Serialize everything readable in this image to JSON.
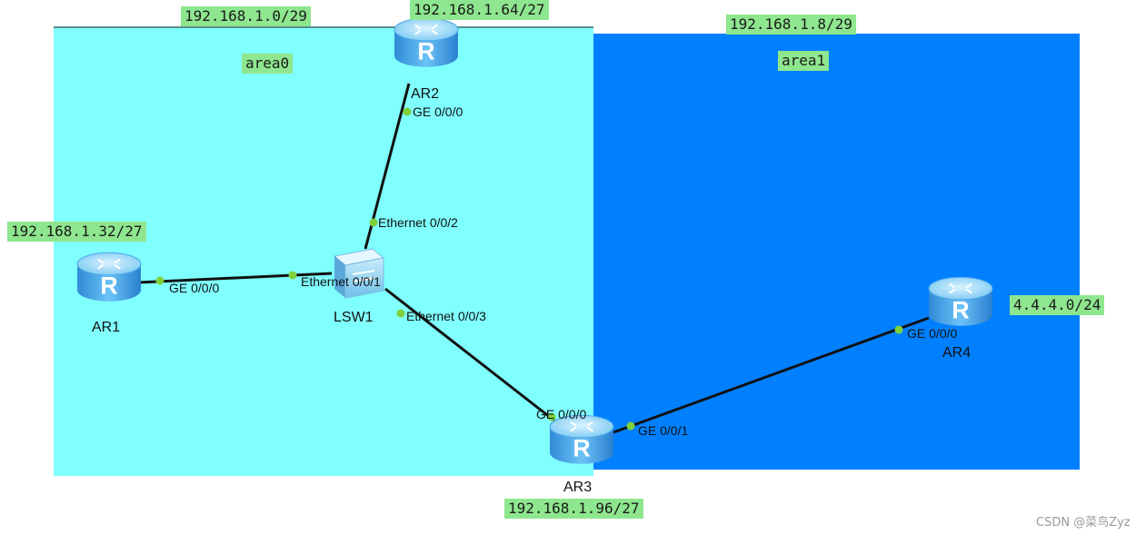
{
  "areas": {
    "area0": {
      "label": "area0",
      "network": "192.168.1.0/29",
      "color": "#80ffff"
    },
    "area1": {
      "label": "area1",
      "network": "192.168.1.8/29",
      "color": "#0080ff"
    }
  },
  "networks": {
    "ar2_net": "192.168.1.64/27",
    "ar1_net": "192.168.1.32/27",
    "ar4_net": "4.4.4.0/24",
    "ar3_net": "192.168.1.96/27"
  },
  "devices": {
    "ar1": {
      "name": "AR1",
      "type": "router",
      "icon": "router-icon"
    },
    "ar2": {
      "name": "AR2",
      "type": "router",
      "icon": "router-icon"
    },
    "ar3": {
      "name": "AR3",
      "type": "router",
      "icon": "router-icon"
    },
    "ar4": {
      "name": "AR4",
      "type": "router",
      "icon": "router-icon"
    },
    "lsw1": {
      "name": "LSW1",
      "type": "switch",
      "icon": "switch-icon"
    }
  },
  "ports": {
    "ar1_ge000": "GE 0/0/0",
    "lsw1_e001": "Ethernet 0/0/1",
    "lsw1_e002": "Ethernet 0/0/2",
    "lsw1_e003": "Ethernet 0/0/3",
    "ar2_ge000": "GE 0/0/0",
    "ar3_ge000": "GE 0/0/0",
    "ar3_ge001": "GE 0/0/1",
    "ar4_ge000": "GE 0/0/0"
  },
  "label_color": "#8ee68e",
  "port_dot_color": "#7fd13b",
  "watermark": "CSDN @菜鸟Zyz"
}
